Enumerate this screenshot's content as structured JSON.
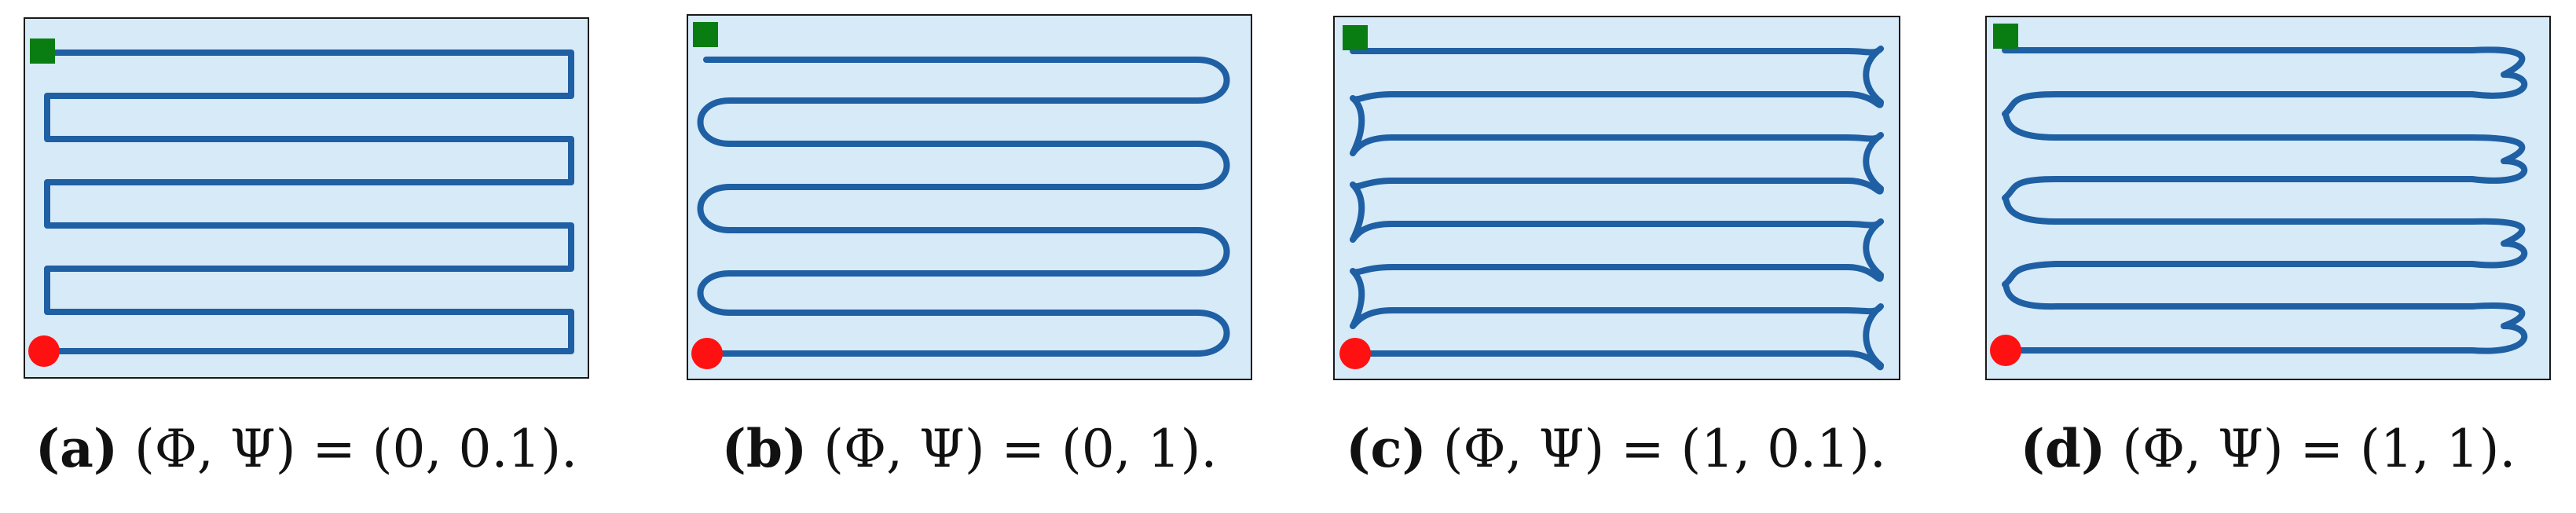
{
  "colors": {
    "background": "#d6eaf8",
    "border": "#1a1a1a",
    "path": "#1f5fa3",
    "start_marker": "#0a7d12",
    "end_marker": "#ff1111"
  },
  "panels": [
    {
      "id": "a",
      "tag": "(a)",
      "expr": "(Φ, Ψ) = (0, 0.1)."
    },
    {
      "id": "b",
      "tag": "(b)",
      "expr": "(Φ, Ψ) = (0, 1)."
    },
    {
      "id": "c",
      "tag": "(c)",
      "expr": "(Φ, Ψ) = (1, 0.1)."
    },
    {
      "id": "d",
      "tag": "(d)",
      "expr": "(Φ, Ψ) = (1, 1)."
    }
  ]
}
